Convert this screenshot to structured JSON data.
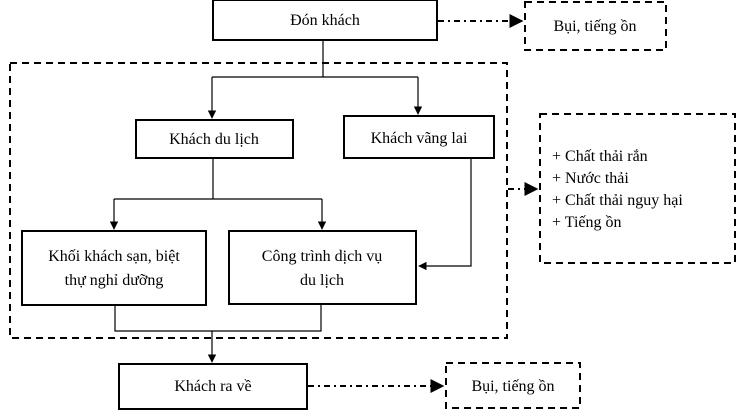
{
  "diagram": {
    "nodes": {
      "don_khach": "Đón khách",
      "khach_du_lich": "Khách du lịch",
      "khach_vang_lai": "Khách vãng lai",
      "khoi_khach_san": [
        "Khối khách sạn, biệt",
        "thự nghỉ dưỡng"
      ],
      "cong_trinh": [
        "Công trình dịch vụ",
        "du lịch"
      ],
      "khach_ra_ve": "Khách ra về"
    },
    "emissions": {
      "top": "Bụi, tiếng ồn",
      "middle": [
        "+ Chất thải rắn",
        "+ Nước thải",
        "+ Chất thải nguy hại",
        "+ Tiếng ồn"
      ],
      "bottom": "Bụi, tiếng ồn"
    },
    "edges": [
      {
        "from": "Đón khách",
        "to": "Khách du lịch",
        "style": "solid"
      },
      {
        "from": "Đón khách",
        "to": "Khách vãng lai",
        "style": "solid"
      },
      {
        "from": "Khách du lịch",
        "to": "Khối khách sạn, biệt thự nghỉ dưỡng",
        "style": "solid"
      },
      {
        "from": "Khách du lịch",
        "to": "Công trình dịch vụ du lịch",
        "style": "solid"
      },
      {
        "from": "Khách vãng lai",
        "to": "Công trình dịch vụ du lịch",
        "style": "solid"
      },
      {
        "from": "Khối khách sạn / Công trình",
        "to": "Khách ra về",
        "style": "solid"
      },
      {
        "from": "Đón khách",
        "to": "Bụi, tiếng ồn",
        "style": "dash-dot"
      },
      {
        "from": "Operations group",
        "to": "Waste list",
        "style": "dash-dot"
      },
      {
        "from": "Khách ra về",
        "to": "Bụi, tiếng ồn",
        "style": "dash-dot"
      }
    ]
  }
}
